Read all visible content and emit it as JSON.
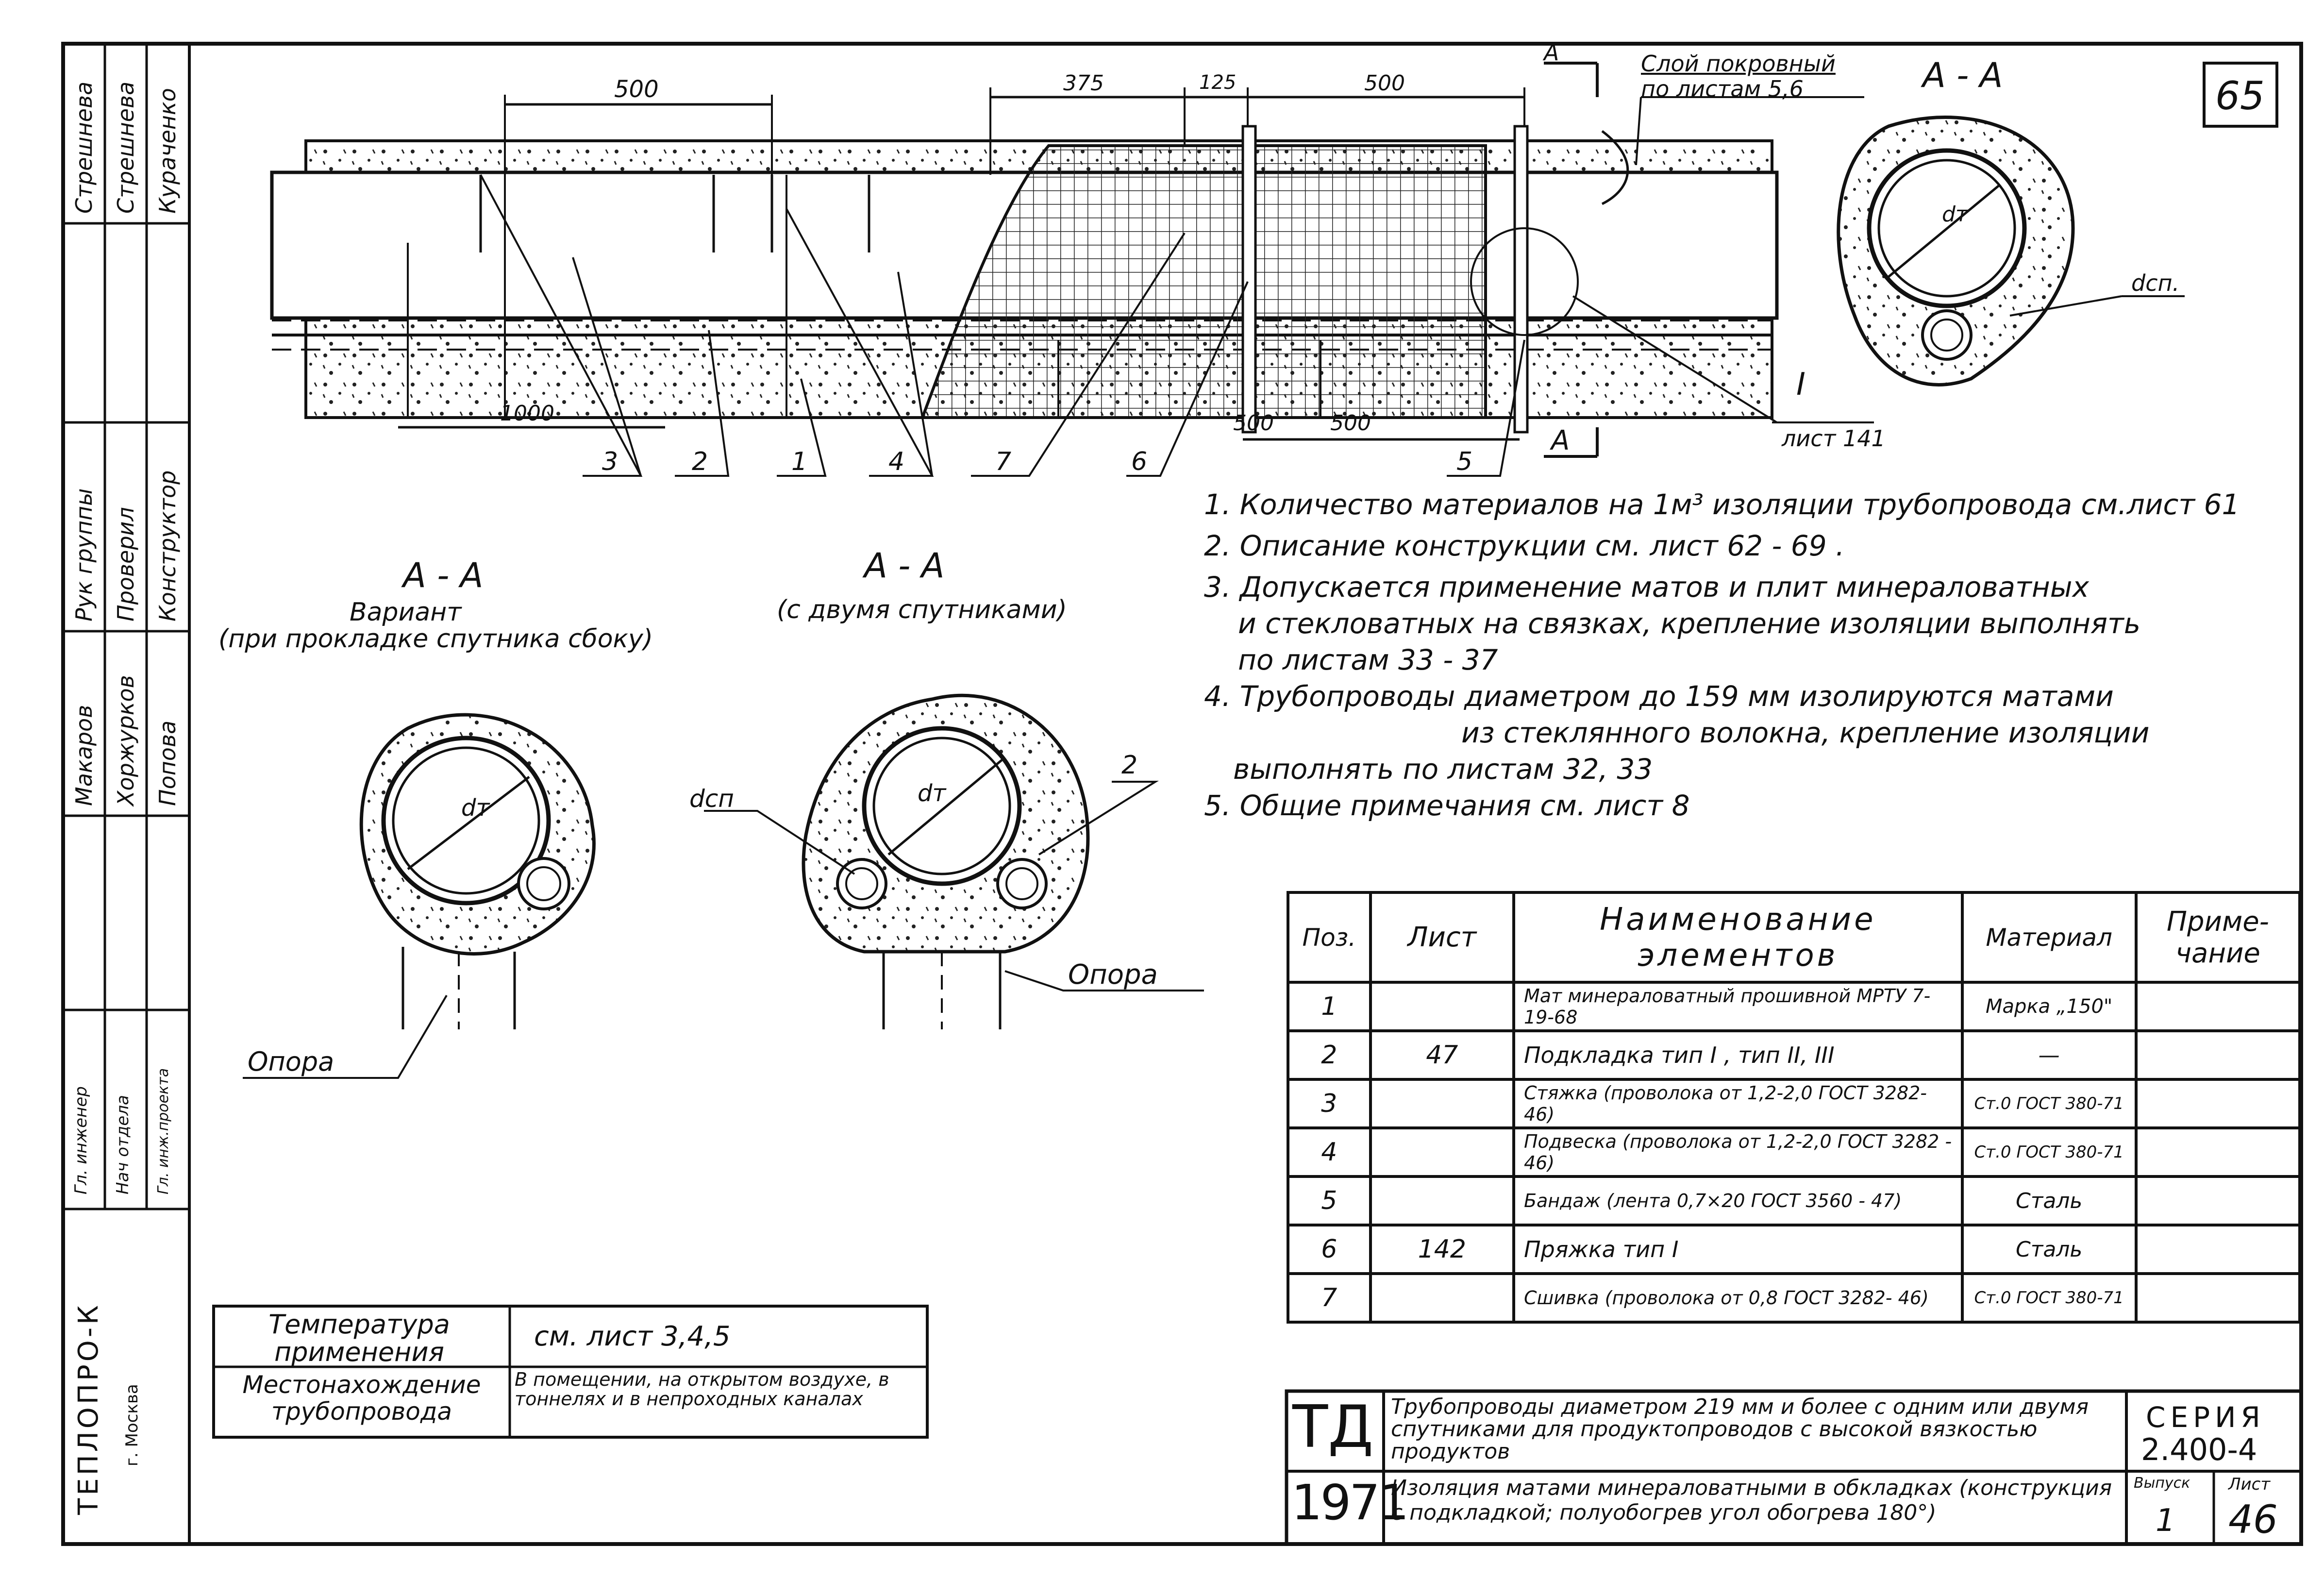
{
  "sheet_number": "65",
  "side_stamp": {
    "rows": [
      {
        "role": "Стрешнева",
        "name": "Стрешнева"
      },
      {
        "role": "Кураченко"
      }
    ],
    "signers": [
      {
        "title": "Рук группы",
        "name": "Стрешнева"
      },
      {
        "title": "Проверил",
        "name": "Стрешнева"
      },
      {
        "title": "Конструктор",
        "name": "Кураченко"
      }
    ],
    "col1": [
      "Рук группы",
      "Макаров"
    ],
    "col2": [
      "Проверил",
      "Хоржурков"
    ],
    "col3": [
      "Конструктор",
      "Попова"
    ],
    "chief": [
      "Гл. инженер",
      "Нач отдела",
      "Гл. инж.проекта"
    ],
    "org": "ТЕПЛОПРО-К",
    "city": "г. Москва"
  },
  "dimensions": {
    "d500_left": "500",
    "d1000": "1000",
    "d375": "375",
    "d125": "125",
    "d500_mid": "500",
    "d500_bottom_a": "500",
    "d500_bottom_b": "500"
  },
  "callouts": {
    "section_mark_top": "А",
    "section_mark_bottom": "А",
    "cover_layer_line1": "Слой покровный",
    "cover_layer_line2": "по листам 5,6",
    "detail_ref": "I",
    "detail_sheet": "лист 141",
    "pos_numbers": [
      "3",
      "2",
      "1",
      "4",
      "7",
      "6",
      "5"
    ]
  },
  "section_top": {
    "title": "А - А",
    "dt": "dт",
    "dsp": "dсп."
  },
  "section_left": {
    "title": "А - А",
    "sub1": "Вариант",
    "sub2": "(при прокладке спутника сбоку)",
    "dt": "dт",
    "support": "Опора"
  },
  "section_mid": {
    "title": "А - А",
    "sub1": "(с двумя спутниками)",
    "dt": "dт",
    "dsp": "dсп",
    "pos": "2",
    "support": "Опора"
  },
  "notes": [
    "1. Количество материалов на 1м³ изоляции трубопровода см.лист 61",
    "2. Описание конструкции см. лист 62 - 69 .",
    "3. Допускается применение матов и плит минераловатных",
    "и стекловатных на связках, крепление изоляции выполнять",
    "по листам 33 - 37",
    "4. Трубопроводы диаметром до 159 мм изолируются матами",
    "из стеклянного волокна, крепление изоляции",
    "выполнять по листам 32, 33",
    "5. Общие примечания см. лист 8"
  ],
  "spec_table": {
    "headers": {
      "pos": "Поз.",
      "sheet": "Лист",
      "name": "Наименование элементов",
      "material": "Материал",
      "note": "Приме- чание"
    },
    "rows": [
      {
        "pos": "1",
        "sheet": "",
        "name": "Мат минераловатный прошивной МРТУ 7-19-68",
        "material": "Марка „150\""
      },
      {
        "pos": "2",
        "sheet": "47",
        "name": "Подкладка тип I , тип II, III",
        "material": "—"
      },
      {
        "pos": "3",
        "sheet": "",
        "name": "Стяжка (проволока от 1,2-2,0 ГОСТ 3282-46)",
        "material": "Ст.0 ГОСТ 380-71"
      },
      {
        "pos": "4",
        "sheet": "",
        "name": "Подвеска (проволока от 1,2-2,0 ГОСТ 3282 - 46)",
        "material": "Ст.0 ГОСТ 380-71"
      },
      {
        "pos": "5",
        "sheet": "",
        "name": "Бандаж (лента 0,7×20 ГОСТ 3560 - 47)",
        "material": "Сталь"
      },
      {
        "pos": "6",
        "sheet": "142",
        "name": "Пряжка тип I",
        "material": "Сталь"
      },
      {
        "pos": "7",
        "sheet": "",
        "name": "Сшивка (проволока от 0,8 ГОСТ 3282- 46)",
        "material": "Ст.0 ГОСТ 380-71"
      }
    ]
  },
  "conditions_table": {
    "temp_label": "Температура применения",
    "temp_value": "см. лист 3,4,5",
    "loc_label": "Местонахождение трубопровода",
    "loc_value": "В помещении, на открытом воздухе, в тоннелях и в непроходных каналах"
  },
  "title_block": {
    "td": "ТД",
    "year": "1971",
    "title1": "Трубопроводы диаметром 219 мм и более с одним или двумя спутниками для продуктопроводов с высокой вязкостью продуктов",
    "title2": "Изоляция матами минераловатными в обкладках (конструкция с подкладкой; полуобогрев угол обогрева 180°)",
    "series_label": "СЕРИЯ",
    "series_value": "2.400-4",
    "issue_label": "Выпуск",
    "issue_value": "1",
    "sheet_label": "Лист",
    "sheet_value": "46"
  }
}
